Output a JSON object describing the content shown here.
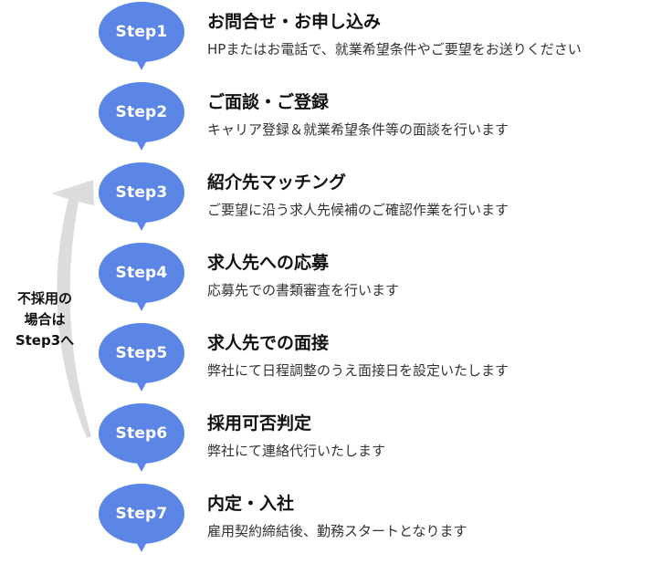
{
  "colors": {
    "bubble": "#5b86e5",
    "arrow": "#dcdcdc",
    "title": "#111111",
    "desc": "#333333"
  },
  "steps": [
    {
      "label": "Step1",
      "title": "お問合せ・お申し込み",
      "desc": "HPまたはお電話で、就業希望条件やご要望をお送りください"
    },
    {
      "label": "Step2",
      "title": "ご面談・ご登録",
      "desc": "キャリア登録＆就業希望条件等の面談を行います"
    },
    {
      "label": "Step3",
      "title": "紹介先マッチング",
      "desc": "ご要望に沿う求人先候補のご確認作業を行います"
    },
    {
      "label": "Step4",
      "title": "求人先への応募",
      "desc": "応募先での書類審査を行います"
    },
    {
      "label": "Step5",
      "title": "求人先での面接",
      "desc": "弊社にて日程調整のうえ面接日を設定いたします"
    },
    {
      "label": "Step6",
      "title": "採用可否判定",
      "desc": "弊社にて連絡代行いたします"
    },
    {
      "label": "Step7",
      "title": "内定・入社",
      "desc": "雇用契約締結後、勤務スタートとなります"
    }
  ],
  "loop_note": {
    "line1": "不採用の",
    "line2": "場合は",
    "line3": "Step3へ"
  }
}
